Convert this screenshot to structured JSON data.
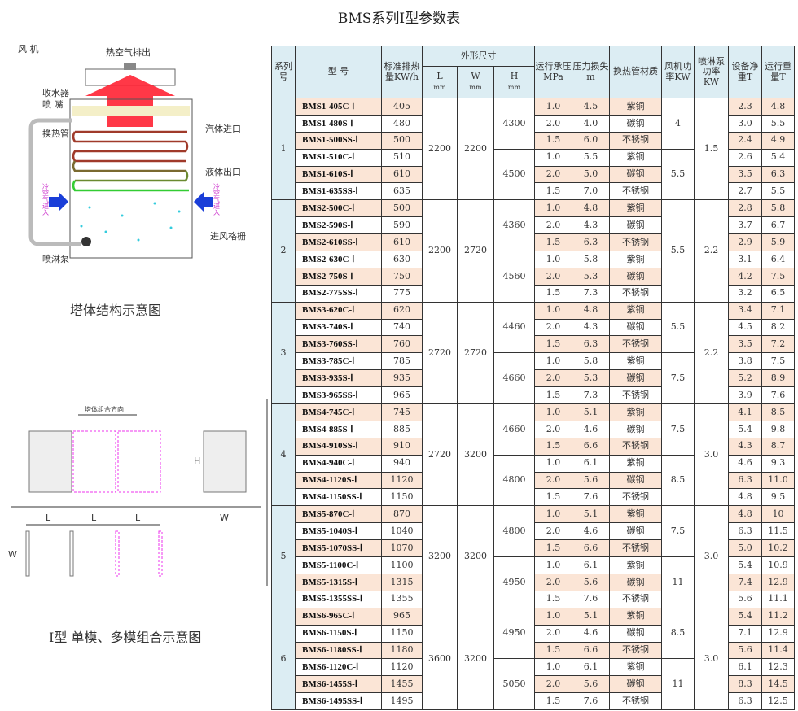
{
  "title": "BMS系列Ⅰ型参数表",
  "diagram1": {
    "caption": "塔体结构示意图",
    "labels": {
      "hot_air": "热空气排出",
      "fan": "风 机",
      "collector": "收水器",
      "nozzle": "喷 嘴",
      "coil": "换热管",
      "gas_in": "汽体进口",
      "liquid_out": "液体出口",
      "cold_air_left": "冷空气进入",
      "cold_air_right": "冷空气进入",
      "grille": "进风格栅",
      "pump": "喷淋泵"
    }
  },
  "diagram2": {
    "caption": "Ⅰ型 单模、多模组合示意图",
    "labels": {
      "direction": "塔体组合方向",
      "L": "L",
      "W": "W",
      "H": "H"
    }
  },
  "colors": {
    "header": "#dcedf3",
    "highlight": "#fbe5d6"
  },
  "headers": {
    "series": "系列号",
    "model": "型 号",
    "heat": "标准排热量KW/h",
    "dims": "外形尺寸",
    "L": "L",
    "W": "W",
    "H": "H",
    "mm": "mm",
    "pressure": "运行承压MPa",
    "loss": "压力损失m",
    "material": "换热管材质",
    "fan": "风机功率KW",
    "pump": "喷淋泵功率KW",
    "net": "设备净重T",
    "run": "运行重量T"
  },
  "series": [
    {
      "no": "1",
      "L": "2200",
      "W": "2200",
      "H": [
        "4300",
        "4500"
      ],
      "fan": [
        {
          "v": "4",
          "span": 3
        },
        {
          "v": "5.5",
          "span": 3
        }
      ],
      "pump": "1.5",
      "rows": [
        [
          "BMS1-405C-Ⅰ",
          "405",
          "1.0",
          "4.5",
          "紫铜",
          "2.3",
          "4.8"
        ],
        [
          "BMS1-480S-Ⅰ",
          "480",
          "2.0",
          "4.0",
          "碳钢",
          "3.0",
          "5.5"
        ],
        [
          "BMS1-500SS-Ⅰ",
          "500",
          "1.5",
          "6.0",
          "不锈钢",
          "2.4",
          "4.9"
        ],
        [
          "BMS1-510C-Ⅰ",
          "510",
          "1.0",
          "5.5",
          "紫铜",
          "2.6",
          "5.4"
        ],
        [
          "BMS1-610S-Ⅰ",
          "610",
          "2.0",
          "5.0",
          "碳钢",
          "3.5",
          "6.3"
        ],
        [
          "BMS1-635SS-Ⅰ",
          "635",
          "1.5",
          "7.0",
          "不锈钢",
          "2.7",
          "5.5"
        ]
      ]
    },
    {
      "no": "2",
      "L": "2200",
      "W": "2720",
      "H": [
        "4360",
        "4560"
      ],
      "fan": [
        {
          "v": "5.5",
          "span": 6
        }
      ],
      "pump": "2.2",
      "rows": [
        [
          "BMS2-500C-Ⅰ",
          "500",
          "1.0",
          "4.8",
          "紫铜",
          "2.8",
          "5.8"
        ],
        [
          "BMS2-590S-Ⅰ",
          "590",
          "2.0",
          "4.3",
          "碳钢",
          "3.7",
          "6.7"
        ],
        [
          "BMS2-610SS-Ⅰ",
          "610",
          "1.5",
          "6.3",
          "不锈钢",
          "2.9",
          "5.9"
        ],
        [
          "BMS2-630C-Ⅰ",
          "630",
          "1.0",
          "5.8",
          "紫铜",
          "3.1",
          "6.4"
        ],
        [
          "BMS2-750S-Ⅰ",
          "750",
          "2.0",
          "5.3",
          "碳钢",
          "4.2",
          "7.5"
        ],
        [
          "BMS2-775SS-Ⅰ",
          "775",
          "1.5",
          "7.3",
          "不锈钢",
          "3.2",
          "6.5"
        ]
      ]
    },
    {
      "no": "3",
      "L": "2720",
      "W": "2720",
      "H": [
        "4460",
        "4660"
      ],
      "fan": [
        {
          "v": "5.5",
          "span": 3
        },
        {
          "v": "7.5",
          "span": 3
        }
      ],
      "pump": "2.2",
      "rows": [
        [
          "BMS3-620C-Ⅰ",
          "620",
          "1.0",
          "4.8",
          "紫铜",
          "3.4",
          "7.1"
        ],
        [
          "BMS3-740S-Ⅰ",
          "740",
          "2.0",
          "4.3",
          "碳钢",
          "4.5",
          "8.2"
        ],
        [
          "BMS3-760SS-Ⅰ",
          "760",
          "1.5",
          "6.3",
          "不锈钢",
          "3.5",
          "7.2"
        ],
        [
          "BMS3-785C-Ⅰ",
          "785",
          "1.0",
          "5.8",
          "紫铜",
          "3.8",
          "7.5"
        ],
        [
          "BMS3-935S-Ⅰ",
          "935",
          "2.0",
          "5.3",
          "碳钢",
          "5.2",
          "8.9"
        ],
        [
          "BMS3-965SS-Ⅰ",
          "965",
          "1.5",
          "7.3",
          "不锈钢",
          "3.9",
          "7.6"
        ]
      ]
    },
    {
      "no": "4",
      "L": "2720",
      "W": "3200",
      "H": [
        "4660",
        "4800"
      ],
      "fan": [
        {
          "v": "7.5",
          "span": 3
        },
        {
          "v": "8.5",
          "span": 3
        }
      ],
      "pump": "3.0",
      "rows": [
        [
          "BMS4-745C-Ⅰ",
          "745",
          "1.0",
          "5.1",
          "紫铜",
          "4.1",
          "8.5"
        ],
        [
          "BMS4-885S-Ⅰ",
          "885",
          "2.0",
          "4.6",
          "碳钢",
          "5.4",
          "9.8"
        ],
        [
          "BMS4-910SS-Ⅰ",
          "910",
          "1.5",
          "6.6",
          "不锈钢",
          "4.3",
          "8.7"
        ],
        [
          "BMS4-940C-Ⅰ",
          "940",
          "1.0",
          "6.1",
          "紫铜",
          "4.6",
          "9.3"
        ],
        [
          "BMS4-1120S-Ⅰ",
          "1120",
          "2.0",
          "5.6",
          "碳钢",
          "6.3",
          "11.0"
        ],
        [
          "BMS4-1150SS-Ⅰ",
          "1150",
          "1.5",
          "7.6",
          "不锈钢",
          "4.8",
          "9.5"
        ]
      ]
    },
    {
      "no": "5",
      "L": "3200",
      "W": "3200",
      "H": [
        "4800",
        "4950"
      ],
      "fan": [
        {
          "v": "7.5",
          "span": 3
        },
        {
          "v": "11",
          "span": 3
        }
      ],
      "pump": "3.0",
      "rows": [
        [
          "BMS5-870C-Ⅰ",
          "870",
          "1.0",
          "5.1",
          "紫铜",
          "4.8",
          "10"
        ],
        [
          "BMS5-1040S-Ⅰ",
          "1040",
          "2.0",
          "4.6",
          "碳钢",
          "6.3",
          "11.5"
        ],
        [
          "BMS5-1070SS-Ⅰ",
          "1070",
          "1.5",
          "6.6",
          "不锈钢",
          "5.0",
          "10.2"
        ],
        [
          "BMS5-1100C-Ⅰ",
          "1100",
          "1.0",
          "6.1",
          "紫铜",
          "5.4",
          "10.9"
        ],
        [
          "BMS5-1315S-Ⅰ",
          "1315",
          "2.0",
          "5.6",
          "碳钢",
          "7.4",
          "12.9"
        ],
        [
          "BMS5-1355SS-Ⅰ",
          "1355",
          "1.5",
          "7.6",
          "不锈钢",
          "5.6",
          "11.1"
        ]
      ]
    },
    {
      "no": "6",
      "L": "3600",
      "W": "3200",
      "H": [
        "4950",
        "5050"
      ],
      "fan": [
        {
          "v": "8.5",
          "span": 3
        },
        {
          "v": "11",
          "span": 3
        }
      ],
      "pump": "3.0",
      "rows": [
        [
          "BMS6-965C-Ⅰ",
          "965",
          "1.0",
          "5.1",
          "紫铜",
          "5.4",
          "11.2"
        ],
        [
          "BMS6-1150S-Ⅰ",
          "1150",
          "2.0",
          "4.6",
          "碳钢",
          "7.1",
          "12.9"
        ],
        [
          "BMS6-1180SS-Ⅰ",
          "1180",
          "1.5",
          "6.6",
          "不锈钢",
          "5.6",
          "11.4"
        ],
        [
          "BMS6-1120C-Ⅰ",
          "1120",
          "1.0",
          "6.1",
          "紫铜",
          "6.1",
          "12.3"
        ],
        [
          "BMS6-1455S-Ⅰ",
          "1455",
          "2.0",
          "5.6",
          "碳钢",
          "8.3",
          "14.5"
        ],
        [
          "BMS6-1495SS-Ⅰ",
          "1495",
          "1.5",
          "7.6",
          "不锈钢",
          "6.3",
          "12.5"
        ]
      ]
    }
  ]
}
